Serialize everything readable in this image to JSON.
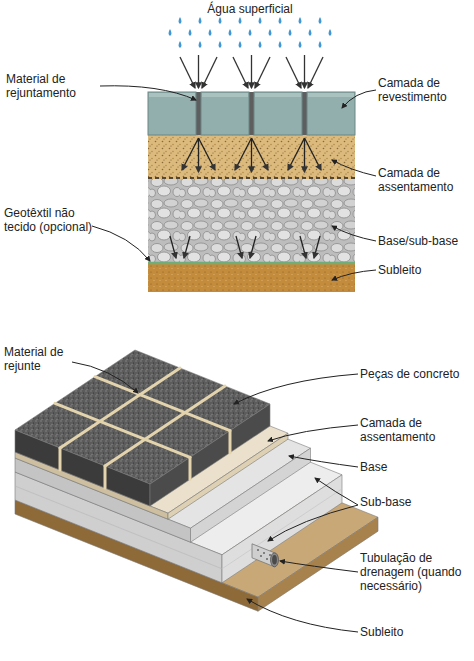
{
  "diagram": {
    "labels": [
      "Água superficial",
      "Material de rejuntamento",
      "Camada de revestimento",
      "Camada de assentamento",
      "Geotêxtil não tecido (opcional)",
      "Base/sub-base",
      "Subleito",
      "Material de rejunte",
      "Peças de concreto",
      "Camada de assentamento",
      "Base",
      "Sub-base",
      "Tubulação de drenagem (quando necessário)",
      "Subleito"
    ]
  }
}
